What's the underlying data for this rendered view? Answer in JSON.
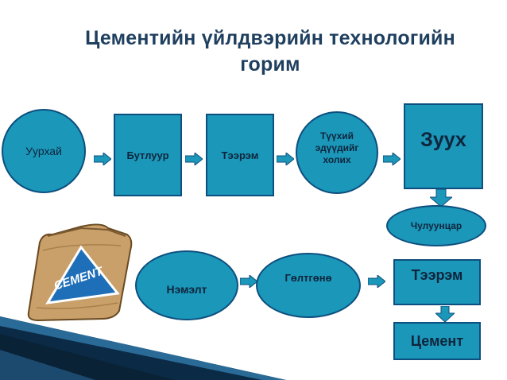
{
  "title_line1": "Цементийн үйлдвэрийн технологийн",
  "title_line2": "горим",
  "nodes": {
    "mine": "Уурхай",
    "crusher": "Бутлуур",
    "mill1": "Тээрэм",
    "mix": "Түүхий эдүүдийг холих",
    "kiln": "Зуух",
    "clinker": "Чулуунцар",
    "additive": "Нэмэлт",
    "gypsum": "Гөлтгөнө",
    "mill2": "Тээрэм",
    "cement": "Цемент"
  },
  "bag_label": "CEMENT",
  "colors": {
    "node_fill": "#1a97b9",
    "node_border": "#0d4f7e",
    "arrow": "#1a97b9",
    "title": "#1f3f5f"
  }
}
